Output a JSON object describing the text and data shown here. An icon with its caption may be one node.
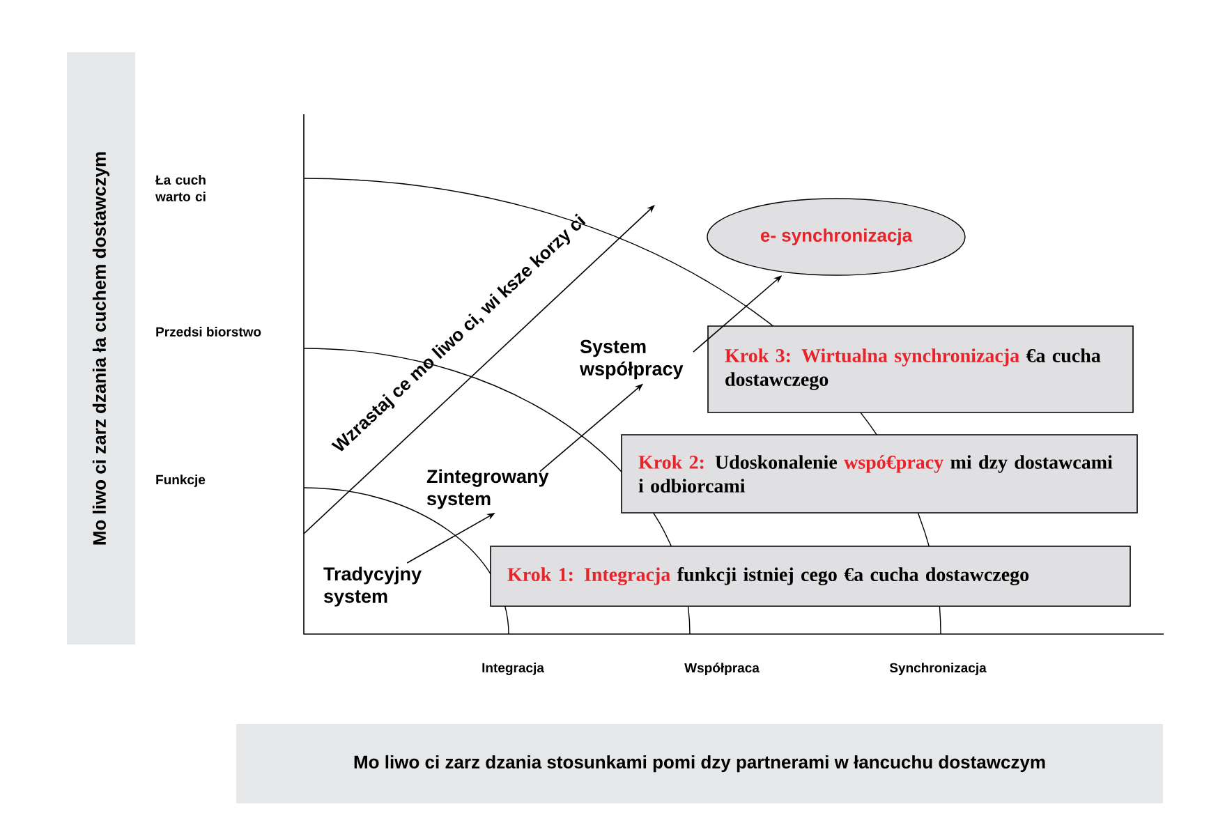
{
  "diagram": {
    "nodes": [
      {
        "text": [
          "Mo liwo ci zarz dzania ła cuchem dostawczym"
        ]
      },
      {
        "text": [
          "Mo liwo ci zarz dzania stosunkami pomi dzy partnerami w łancuchu dostawczym"
        ]
      },
      {
        "text": [
          "e- synchronizacja"
        ]
      },
      {
        "text": [
          "Krok 3: Wirtualna synchronizacja",
          "€a cucha dostawczego"
        ]
      },
      {
        "text": [
          "Krok 2:",
          "Udoskonalenie",
          "wspó€pracy",
          "mi dzy dostawcami i odbiorcami"
        ]
      },
      {
        "text": [
          "Krok 1: Integracja",
          "funkcji istniej cego €a cucha dostawczego"
        ]
      },
      {
        "text": [
          "Tradycyjny system"
        ]
      },
      {
        "text": [
          "Zintegrowany system"
        ]
      },
      {
        "text": [
          "System współpracy"
        ]
      }
    ],
    "edges": [
      {
        "from": 6,
        "to": 7,
        "arrow": "to"
      },
      {
        "from": 7,
        "to": 8,
        "arrow": "to"
      },
      {
        "from": 8,
        "to": 2,
        "arrow": "to"
      }
    ],
    "labels": [
      "Ła cuch warto ci",
      "Przedsi biorstwo",
      "Funkcje",
      "Wzrastaj ce mo liwo ci, wi ksze korzy ci",
      "Integracja",
      "Współpraca",
      "Synchronizacja"
    ]
  }
}
